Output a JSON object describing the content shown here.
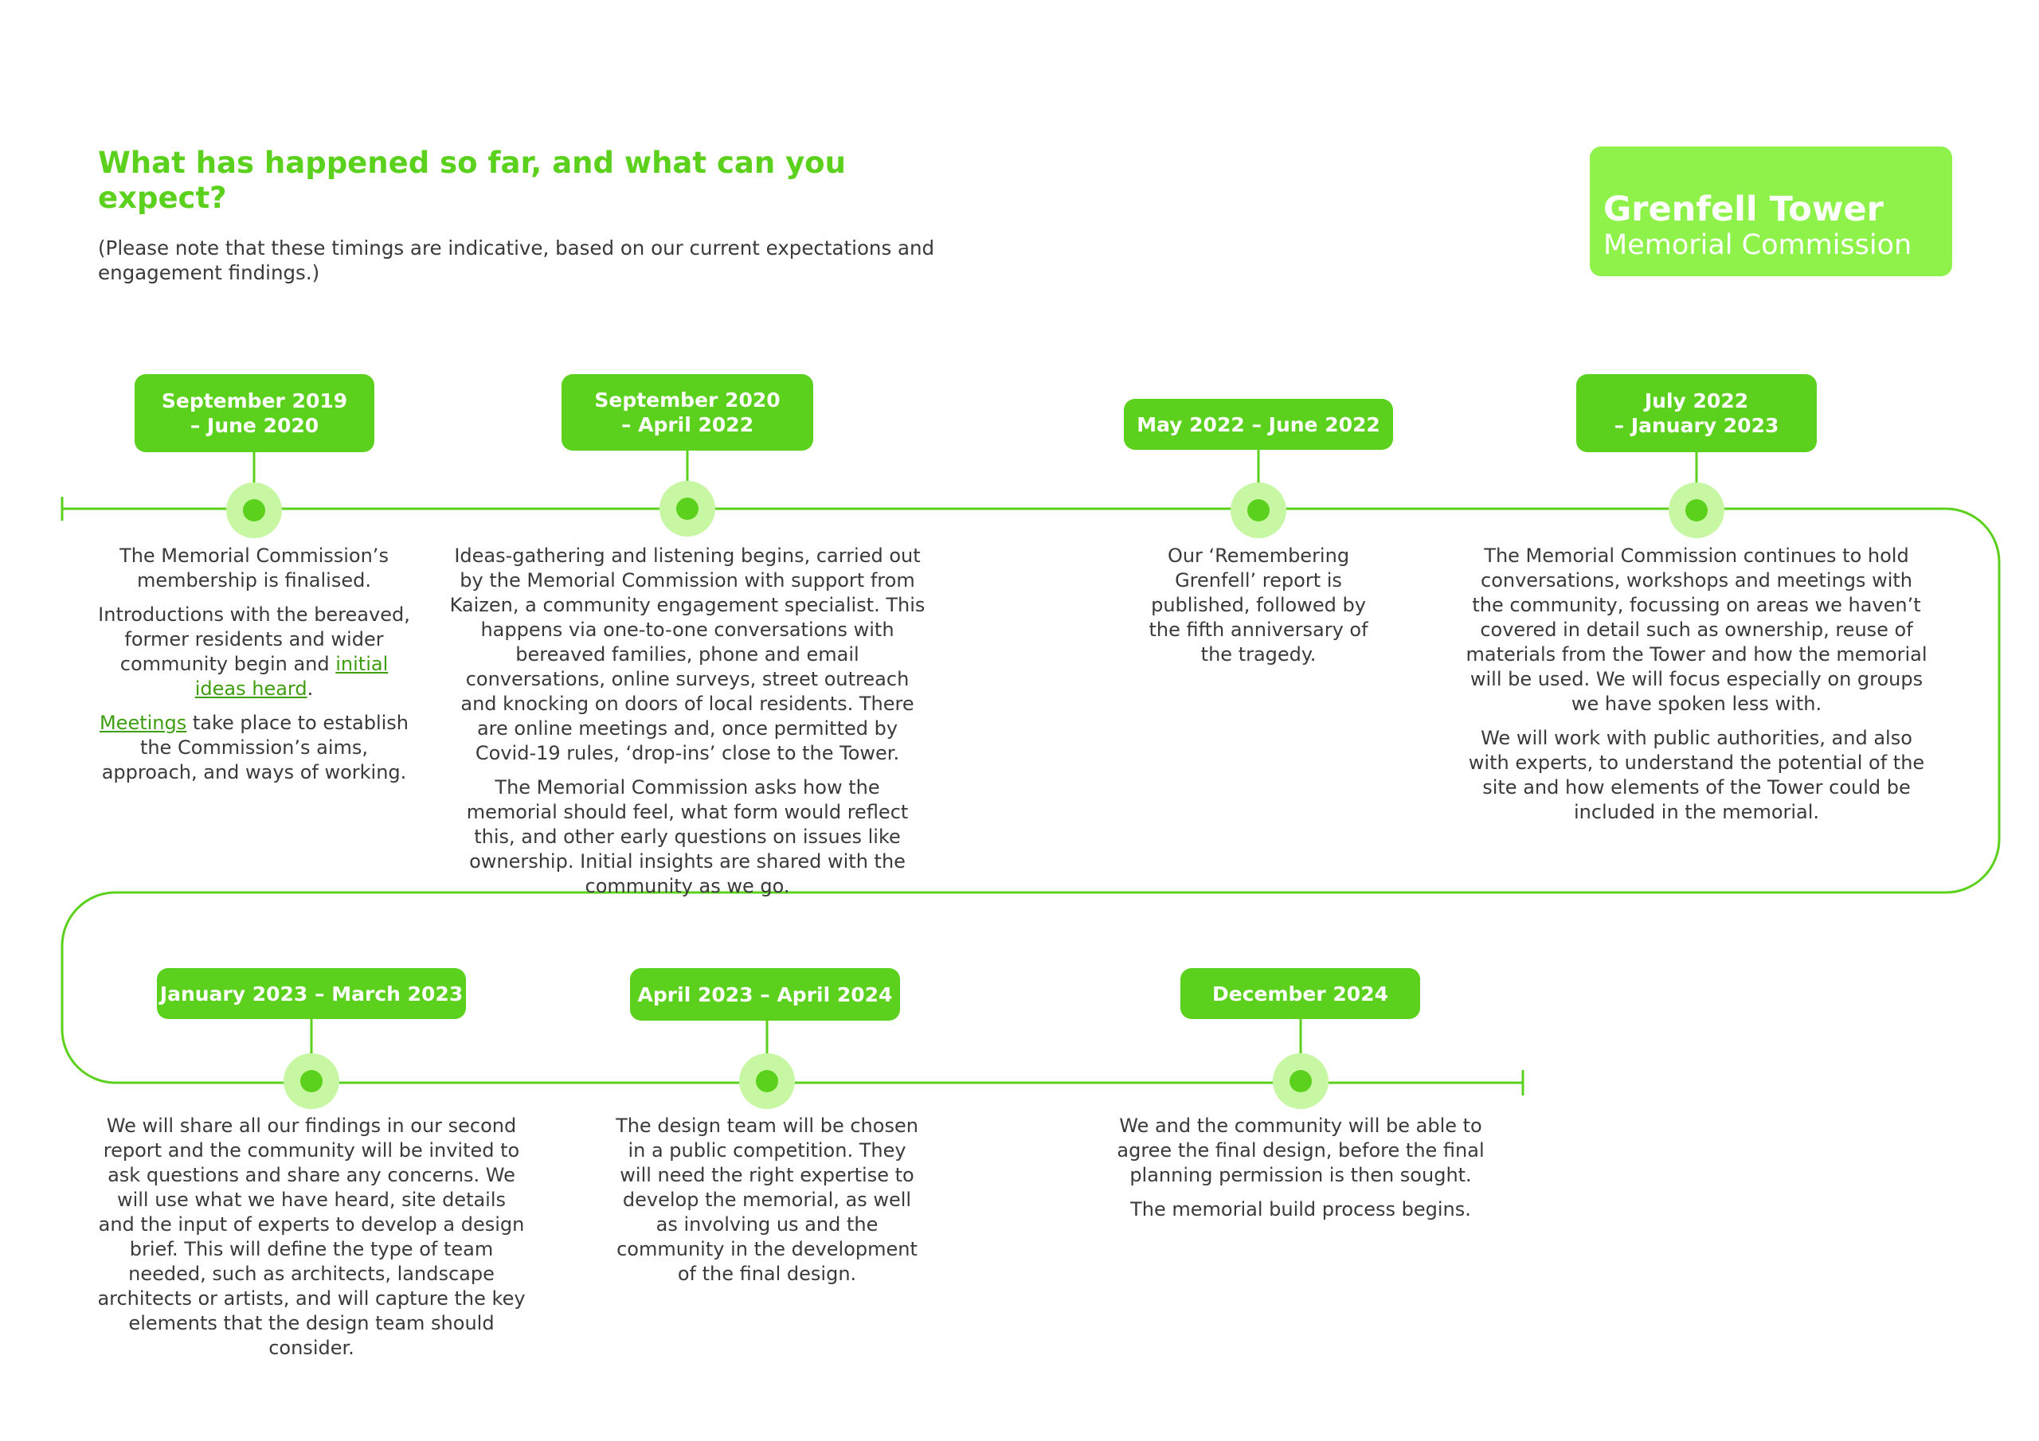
{
  "header": {
    "title": "What has happened so far, and what can you expect?",
    "note": "(Please note that these timings are indicative, based on our current expectations and engagement findings.)"
  },
  "logo": {
    "line1": "Grenfell Tower",
    "line2": "Memorial Commission"
  },
  "colors": {
    "accent": "#5bd11d",
    "logo_bg": "#8ef24b",
    "node_halo": "#c8f7a3",
    "link": "#3f9e10"
  },
  "milestones": [
    {
      "date": "September 2019\n– June 2020",
      "paragraphs": [
        "The Memorial Commission’s membership is finalised.",
        "Introductions with the bereaved, former residents and wider community begin and initial ideas heard.",
        "Meetings take place to establish the Commission’s aims, approach, and ways of working."
      ],
      "links": [
        "initial ideas heard",
        "Meetings"
      ]
    },
    {
      "date": "September 2020\n– April 2022",
      "paragraphs": [
        "Ideas-gathering and listening begins, carried out by the Memorial Commission with support from Kaizen, a community engagement specialist. This happens via one-to-one conversations with bereaved families, phone and email conversations, online surveys, street outreach and knocking on doors of local residents. There are online meetings and, once permitted by Covid-19 rules, ‘drop-ins’ close to the Tower.",
        "The Memorial Commission asks how the memorial should feel, what form would reflect this, and other early questions on issues like ownership. Initial insights are shared with the community as we go."
      ]
    },
    {
      "date": "May 2022 – June 2022",
      "paragraphs": [
        "Our ‘Remembering Grenfell’ report is published, followed by the fifth anniversary of the tragedy."
      ]
    },
    {
      "date": "July 2022\n– January 2023",
      "paragraphs": [
        "The Memorial Commission continues to hold conversations, workshops and meetings with the community, focussing on areas we haven’t covered in detail such as ownership, reuse of materials from the Tower and how the memorial will be used. We will focus especially on groups we have spoken less with.",
        "We will work with public authorities, and also with experts, to understand the potential of the site and how elements of the Tower could be included in the memorial."
      ]
    },
    {
      "date": "January 2023 – March 2023",
      "paragraphs": [
        "We will share all our findings in our second report and the community will be invited to ask questions and share any concerns. We will use what we have heard, site details and the input of experts to develop a design brief. This will define the type of team needed, such as architects, landscape architects or artists, and will capture the key elements that the design team should consider."
      ]
    },
    {
      "date": "April 2023 – April 2024",
      "paragraphs": [
        "The design team will be chosen in a public competition. They will need the right expertise to develop the memorial, as well as involving us and the community in the development of the final design."
      ]
    },
    {
      "date": "December 2024",
      "paragraphs": [
        "We and the community will be able to agree the final design, before the final planning permission is then sought.",
        "The memorial build process begins."
      ]
    }
  ]
}
